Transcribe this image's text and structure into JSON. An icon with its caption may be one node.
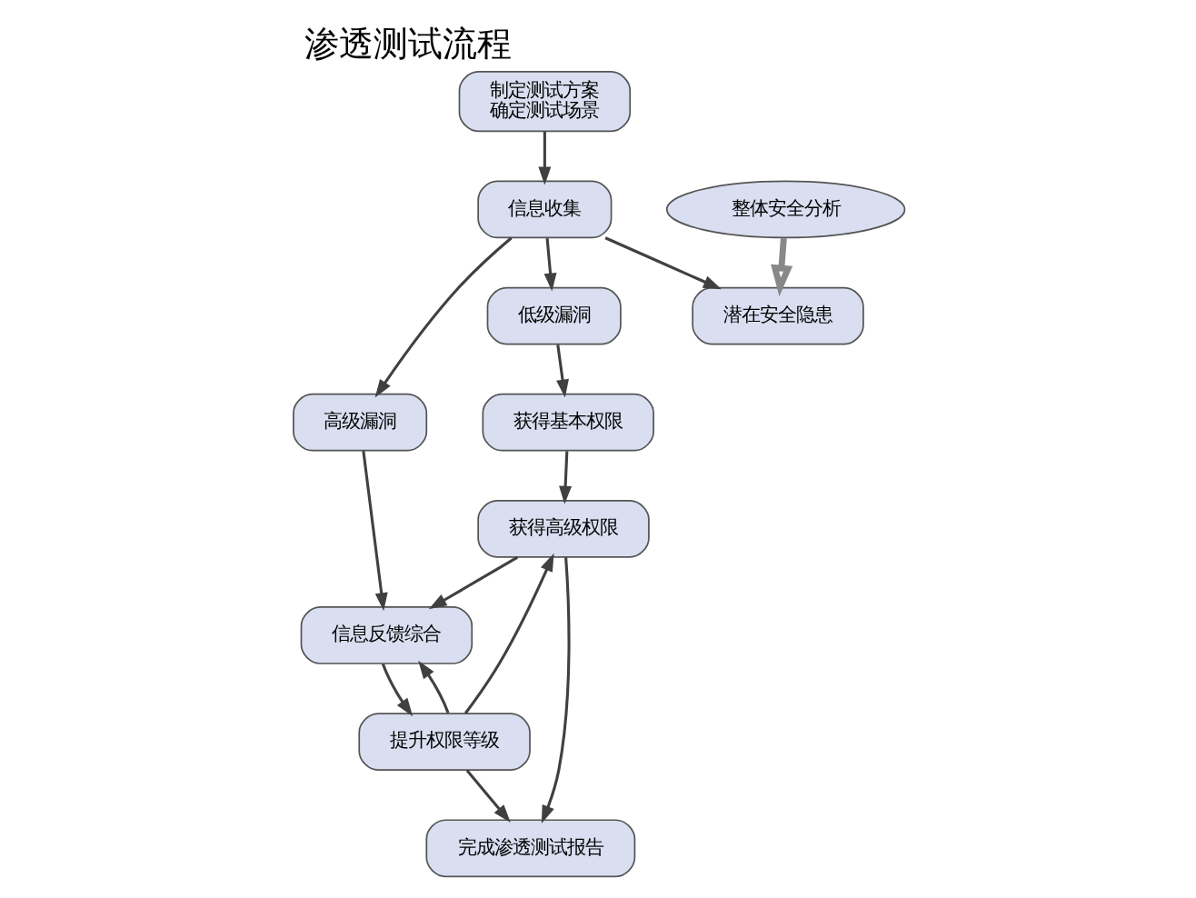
{
  "diagram": {
    "title": "渗透测试流程",
    "nodes": [
      {
        "text": [
          "制定测试方案",
          "确定测试场景"
        ]
      },
      {
        "text": [
          "信息收集"
        ]
      },
      {
        "text": [
          "整体安全分析"
        ]
      },
      {
        "text": [
          "低级漏洞"
        ]
      },
      {
        "text": [
          "高级漏洞"
        ]
      },
      {
        "text": [
          "潜在安全隐患"
        ]
      },
      {
        "text": [
          "获得基本权限"
        ]
      },
      {
        "text": [
          "信息反馈综合"
        ]
      },
      {
        "text": [
          "获得高级权限"
        ]
      },
      {
        "text": [
          "提升权限等级"
        ]
      },
      {
        "text": [
          "完成渗透测试报告"
        ]
      }
    ],
    "edges": [
      {
        "from": 0,
        "to": 1,
        "arrow": "to"
      },
      {
        "from": 1,
        "to": 3,
        "arrow": "to"
      },
      {
        "from": 1,
        "to": 4,
        "arrow": "to"
      },
      {
        "from": 1,
        "to": 5,
        "arrow": "to"
      },
      {
        "from": 2,
        "to": 5,
        "arrow": "to",
        "style": "thick"
      },
      {
        "from": 3,
        "to": 6,
        "arrow": "to"
      },
      {
        "from": 6,
        "to": 8,
        "arrow": "to"
      },
      {
        "from": 4,
        "to": 7,
        "arrow": "to"
      },
      {
        "from": 7,
        "to": 9,
        "arrow": "to"
      },
      {
        "from": 9,
        "to": 8,
        "arrow": "to"
      },
      {
        "from": 8,
        "to": 10,
        "arrow": "to"
      },
      {
        "from": 8,
        "to": 7,
        "arrow": "to"
      },
      {
        "from": 9,
        "to": 10,
        "arrow": "to"
      },
      {
        "from": 9,
        "to": 7,
        "arrow": "to"
      }
    ]
  }
}
